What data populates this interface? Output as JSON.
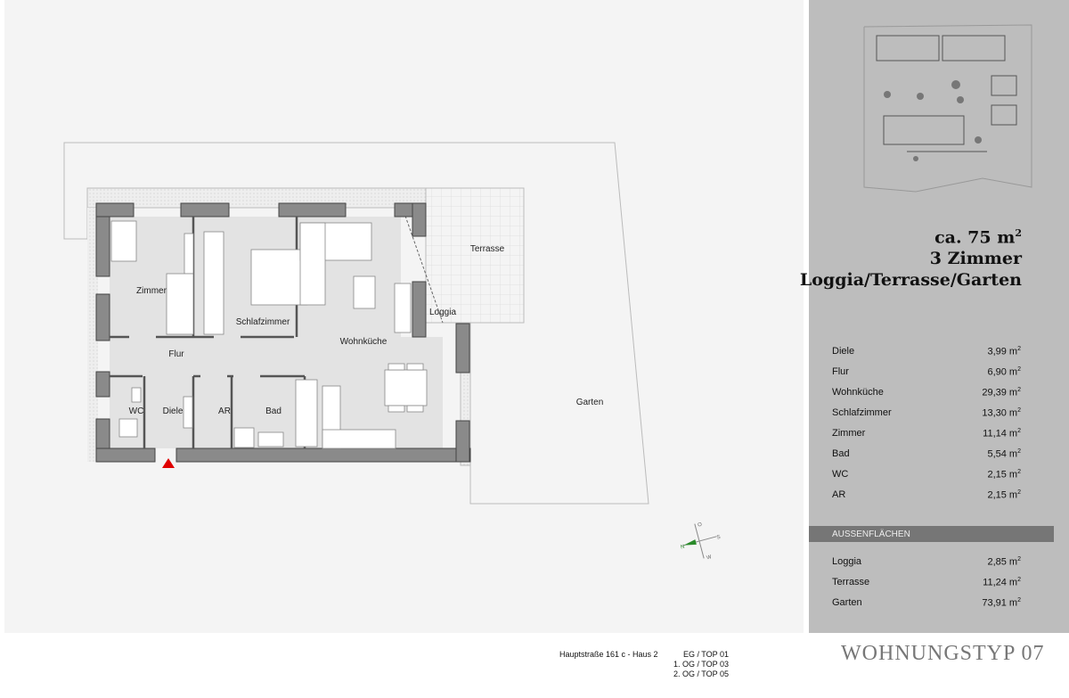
{
  "plan": {
    "rooms": {
      "zimmer": "Zimmer",
      "schlafzimmer": "Schlafzimmer",
      "wohnkueche": "Wohnküche",
      "flur": "Flur",
      "wc": "WC",
      "diele": "Diele",
      "ar": "AR",
      "bad": "Bad",
      "loggia": "Loggia",
      "terrasse": "Terrasse",
      "garten": "Garten"
    },
    "entrance_marker_color": "#e00000",
    "compass_labels": {
      "n": "N",
      "o": "O",
      "s": "S",
      "w": "W"
    }
  },
  "summary": {
    "size": "ca. 75 m",
    "size_unit_sup": "2",
    "rooms": "3 Zimmer",
    "outdoor": "Loggia/Terrasse/Garten"
  },
  "areas": [
    {
      "name": "Diele",
      "value": "3,99 m"
    },
    {
      "name": "Flur",
      "value": "6,90 m"
    },
    {
      "name": "Wohnküche",
      "value": "29,39 m"
    },
    {
      "name": "Schlafzimmer",
      "value": "13,30 m"
    },
    {
      "name": "Zimmer",
      "value": "11,14 m"
    },
    {
      "name": "Bad",
      "value": "5,54 m"
    },
    {
      "name": "WC",
      "value": "2,15 m"
    },
    {
      "name": "AR",
      "value": "2,15 m"
    }
  ],
  "outdoor_heading": "AUSSENFLÄCHEN",
  "outdoor_areas": [
    {
      "name": "Loggia",
      "value": "2,85 m"
    },
    {
      "name": "Terrasse",
      "value": "11,24 m"
    },
    {
      "name": "Garten",
      "value": "73,91 m"
    }
  ],
  "unit_sup": "2",
  "footer": {
    "address": "Hauptstraße 161 c - Haus 2",
    "tops": [
      "EG / TOP 01",
      "1. OG / TOP 03",
      "2. OG / TOP 05"
    ],
    "type_title": "WOHNUNGSTYP 07"
  },
  "colors": {
    "wall": "#8a8a8a",
    "floor": "#e3e3e3",
    "sidebar": "#bdbdbd",
    "section_header": "#767676"
  }
}
